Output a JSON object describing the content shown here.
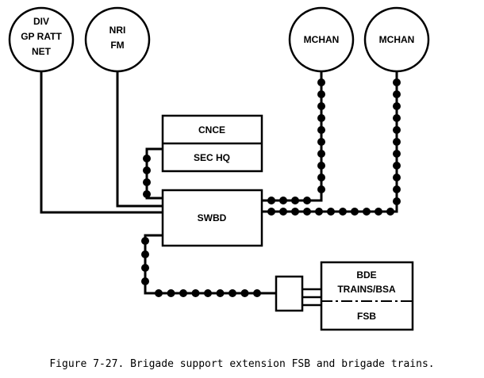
{
  "nodes": {
    "div_gp_ratt_net": {
      "lines": [
        "DIV",
        "GP RATT",
        "NET"
      ]
    },
    "nri_fm": {
      "lines": [
        "NRI",
        "FM"
      ]
    },
    "mchan_1": {
      "lines": [
        "MCHAN"
      ]
    },
    "mchan_2": {
      "lines": [
        "MCHAN"
      ]
    },
    "cnce": {
      "label": "CNCE"
    },
    "sec_hq": {
      "label": "SEC HQ"
    },
    "swbd": {
      "label": "SWBD"
    },
    "bde_trains": {
      "lines": [
        "BDE",
        "TRAINS/BSA"
      ]
    },
    "fsb": {
      "label": "FSB"
    }
  },
  "caption": "Figure 7-27. Brigade support extension FSB and brigade trains."
}
